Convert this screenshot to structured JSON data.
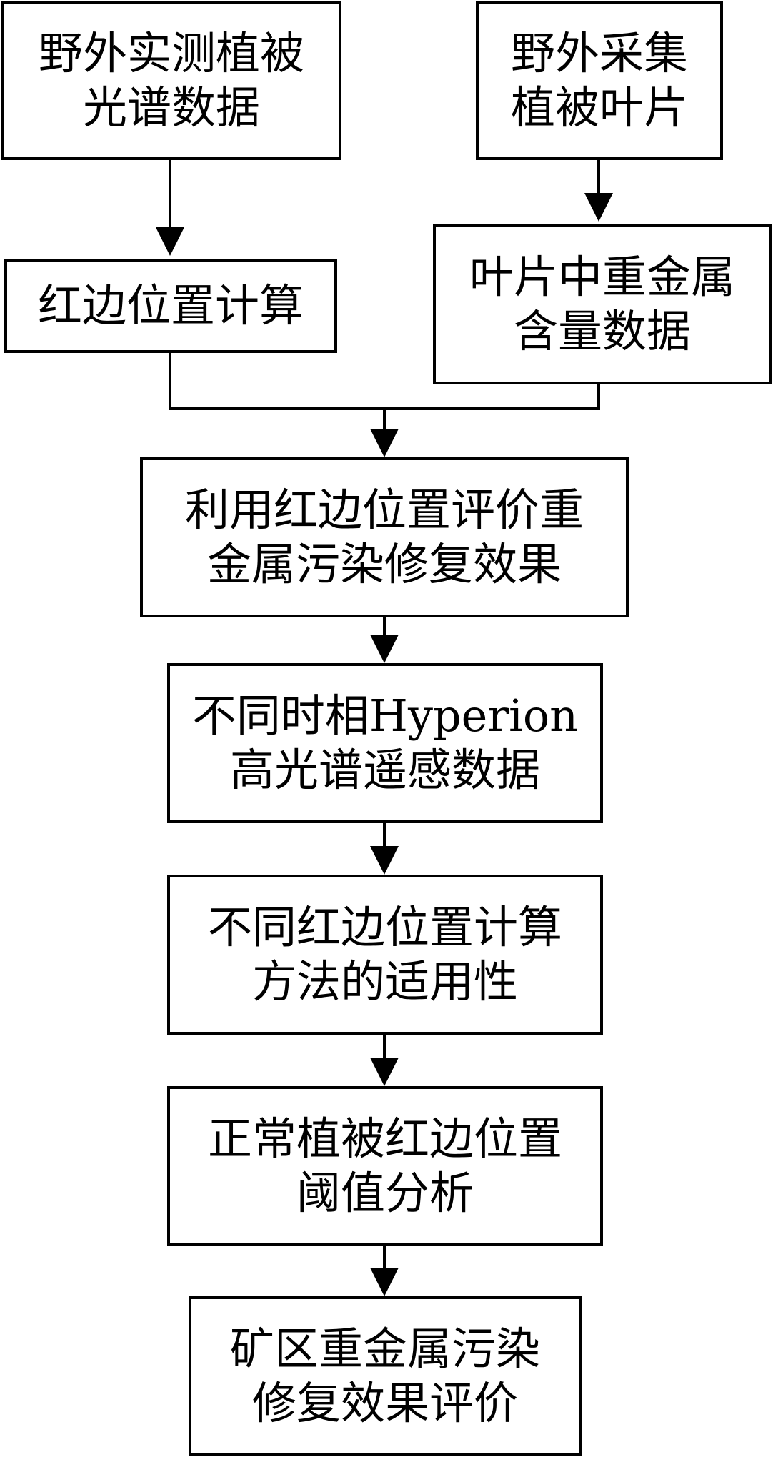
{
  "nodes": {
    "field_spectra": "野外实测植被\n光谱数据",
    "field_leaves": "野外采集\n植被叶片",
    "red_edge_calc": "红边位置计算",
    "heavy_metal_data": "叶片中重金属\n含量数据",
    "evaluate": "利用红边位置评价重\n金属污染修复效果",
    "hyperion": "不同时相Hyperion\n高光谱遥感数据",
    "method_suitability": "不同红边位置计算\n方法的适用性",
    "threshold": "正常植被红边位置\n阈值分析",
    "final": "矿区重金属污染\n修复效果评价"
  }
}
